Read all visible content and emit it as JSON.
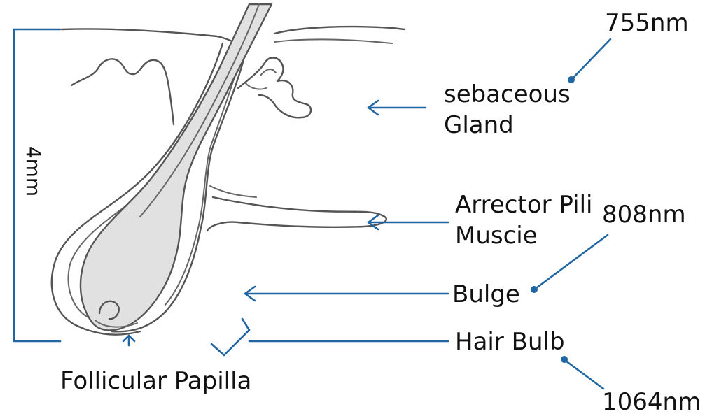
{
  "scale": {
    "label": "4mm"
  },
  "labels": {
    "sebaceous_line1": "sebaceous",
    "sebaceous_line2": "Gland",
    "arrector_line1": "Arrector Pili",
    "arrector_line2": "Muscie",
    "bulge": "Bulge",
    "hair_bulb": "Hair Bulb",
    "follicular_papilla": "Follicular Papilla"
  },
  "wavelengths": {
    "w755": "755nm",
    "w808": "808nm",
    "w1064": "1064nm"
  },
  "colors": {
    "annotation": "#1f66a3",
    "sketch": "#555555",
    "shaft_fill": "#e1e1e1",
    "text": "#111111"
  }
}
